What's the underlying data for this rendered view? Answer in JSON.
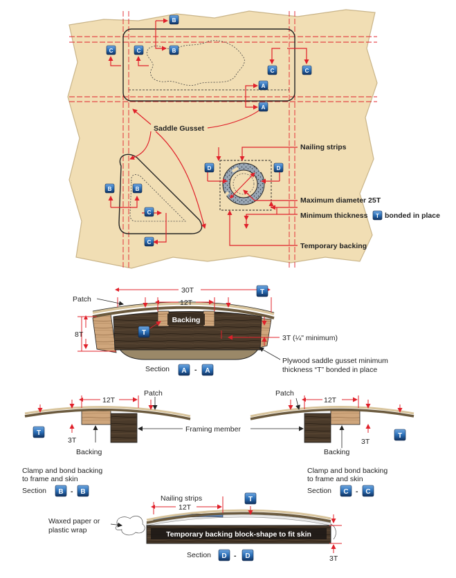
{
  "colors": {
    "skin": "#f1deb4",
    "skin_edge": "#c9b488",
    "red_line": "#e0202a",
    "badge_blue": "#2a6fb8",
    "badge_dark": "#10305e",
    "wood_dark": "#3e3024",
    "wood_light": "#c9a27a",
    "patch": "#d8c49c"
  },
  "icons": {
    "badge": "section-marker-icon",
    "arrow": "arrow-icon"
  },
  "plan": {
    "markers": [
      "B",
      "B",
      "C",
      "C",
      "C",
      "C",
      "A",
      "A",
      "B",
      "B",
      "C",
      "C",
      "D",
      "D"
    ],
    "saddle_gusset": "Saddle Gusset",
    "nailing_strips": "Nailing strips",
    "max_diameter": "Maximum diameter 25T",
    "min_thickness_pre": "Minimum thickness",
    "min_thickness_badge": "T",
    "min_thickness_post": "bonded in place",
    "temporary_backing": "Temporary backing"
  },
  "section_a": {
    "patch": "Patch",
    "dim_30t": "30T",
    "dim_12t": "12T",
    "backing": "Backing",
    "dim_8t": "8T",
    "badge_t_top": "T",
    "badge_t_inner": "T",
    "dim_3t": "3T (¼\" minimum)",
    "gusset_line1": "Plywood saddle gusset minimum",
    "gusset_line2": "thickness “T” bonded in place",
    "caption": "Section",
    "badge1": "A",
    "dash": "-",
    "badge2": "A"
  },
  "section_b": {
    "patch": "Patch",
    "dim_12t": "12T",
    "badge_t": "T",
    "dim_3t": "3T",
    "backing": "Backing",
    "note_line1": "Clamp and bond backing",
    "note_line2": "to frame and skin",
    "caption": "Section",
    "badge1": "B",
    "dash": "-",
    "badge2": "B"
  },
  "framing_member": "Framing member",
  "section_c": {
    "patch": "Patch",
    "dim_12t": "12T",
    "badge_t": "T",
    "dim_3t": "3T",
    "backing": "Backing",
    "note_line1": "Clamp and bond backing",
    "note_line2": "to frame and skin",
    "caption": "Section",
    "badge1": "C",
    "dash": "-",
    "badge2": "C"
  },
  "section_d": {
    "nailing_strips": "Nailing strips",
    "dim_12t": "12T",
    "badge_t": "T",
    "waxed_line1": "Waxed paper or",
    "waxed_line2": "plastic wrap",
    "block_label": "Temporary backing block-shape to fit skin",
    "dim_3t": "3T",
    "caption": "Section",
    "badge1": "D",
    "dash": "-",
    "badge2": "D"
  }
}
